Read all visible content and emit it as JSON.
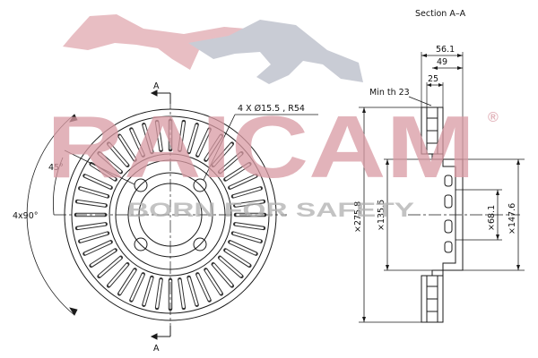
{
  "colors": {
    "line": "#1a1a1a",
    "watermark_text": "#d99aa3",
    "watermark_puma_red": "#e1a9b0",
    "watermark_puma_grey": "#b8bcc8",
    "watermark_slogan": "#b0b0b0"
  },
  "watermark": {
    "brand": "RAICAM",
    "registered": "®",
    "slogan": "BORN FOR SAFETY",
    "logo_icon": "puma-logo-icon"
  },
  "front_view": {
    "section_marker": "A",
    "hole_callout": "4 X Ø15.5 , R54",
    "angle_label": "45°",
    "pattern_label": "4x90°"
  },
  "section_view": {
    "title": "Section A–A",
    "dim_overall_width": "56.1",
    "dim_hat_depth": "49",
    "dim_thickness": "25",
    "min_thickness": "Min th 23",
    "dia_outer": "×275.8",
    "dia_bore": "×135.5",
    "dia_center": "×68.1",
    "dia_hat": "×147.6"
  }
}
